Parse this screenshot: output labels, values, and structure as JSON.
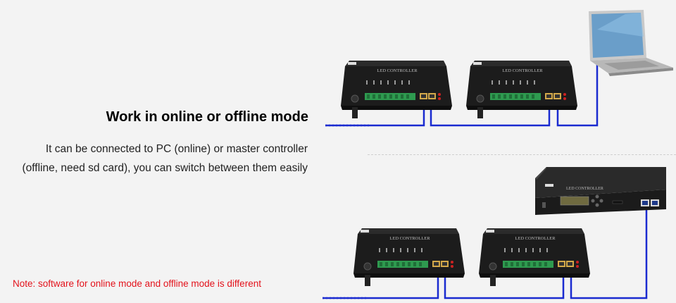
{
  "heading": "Work in online or offline mode",
  "description": {
    "line1": "It can be connected to PC (online) or master controller",
    "line2": "(offline, need sd card), you can switch between them easily"
  },
  "note": "Note: software for online mode and offline mode is different",
  "devices": {
    "controller_label": "LED CONTROLLER",
    "master_label": "LED CONTROLLER"
  },
  "colors": {
    "background": "#f3f3f3",
    "cable": "#1a2bd0",
    "note": "#e3121b",
    "device_body": "#1c1c1c",
    "terminal": "#2e9a4f"
  },
  "icons": [
    "laptop-icon",
    "led-controller-icon",
    "master-controller-icon"
  ]
}
